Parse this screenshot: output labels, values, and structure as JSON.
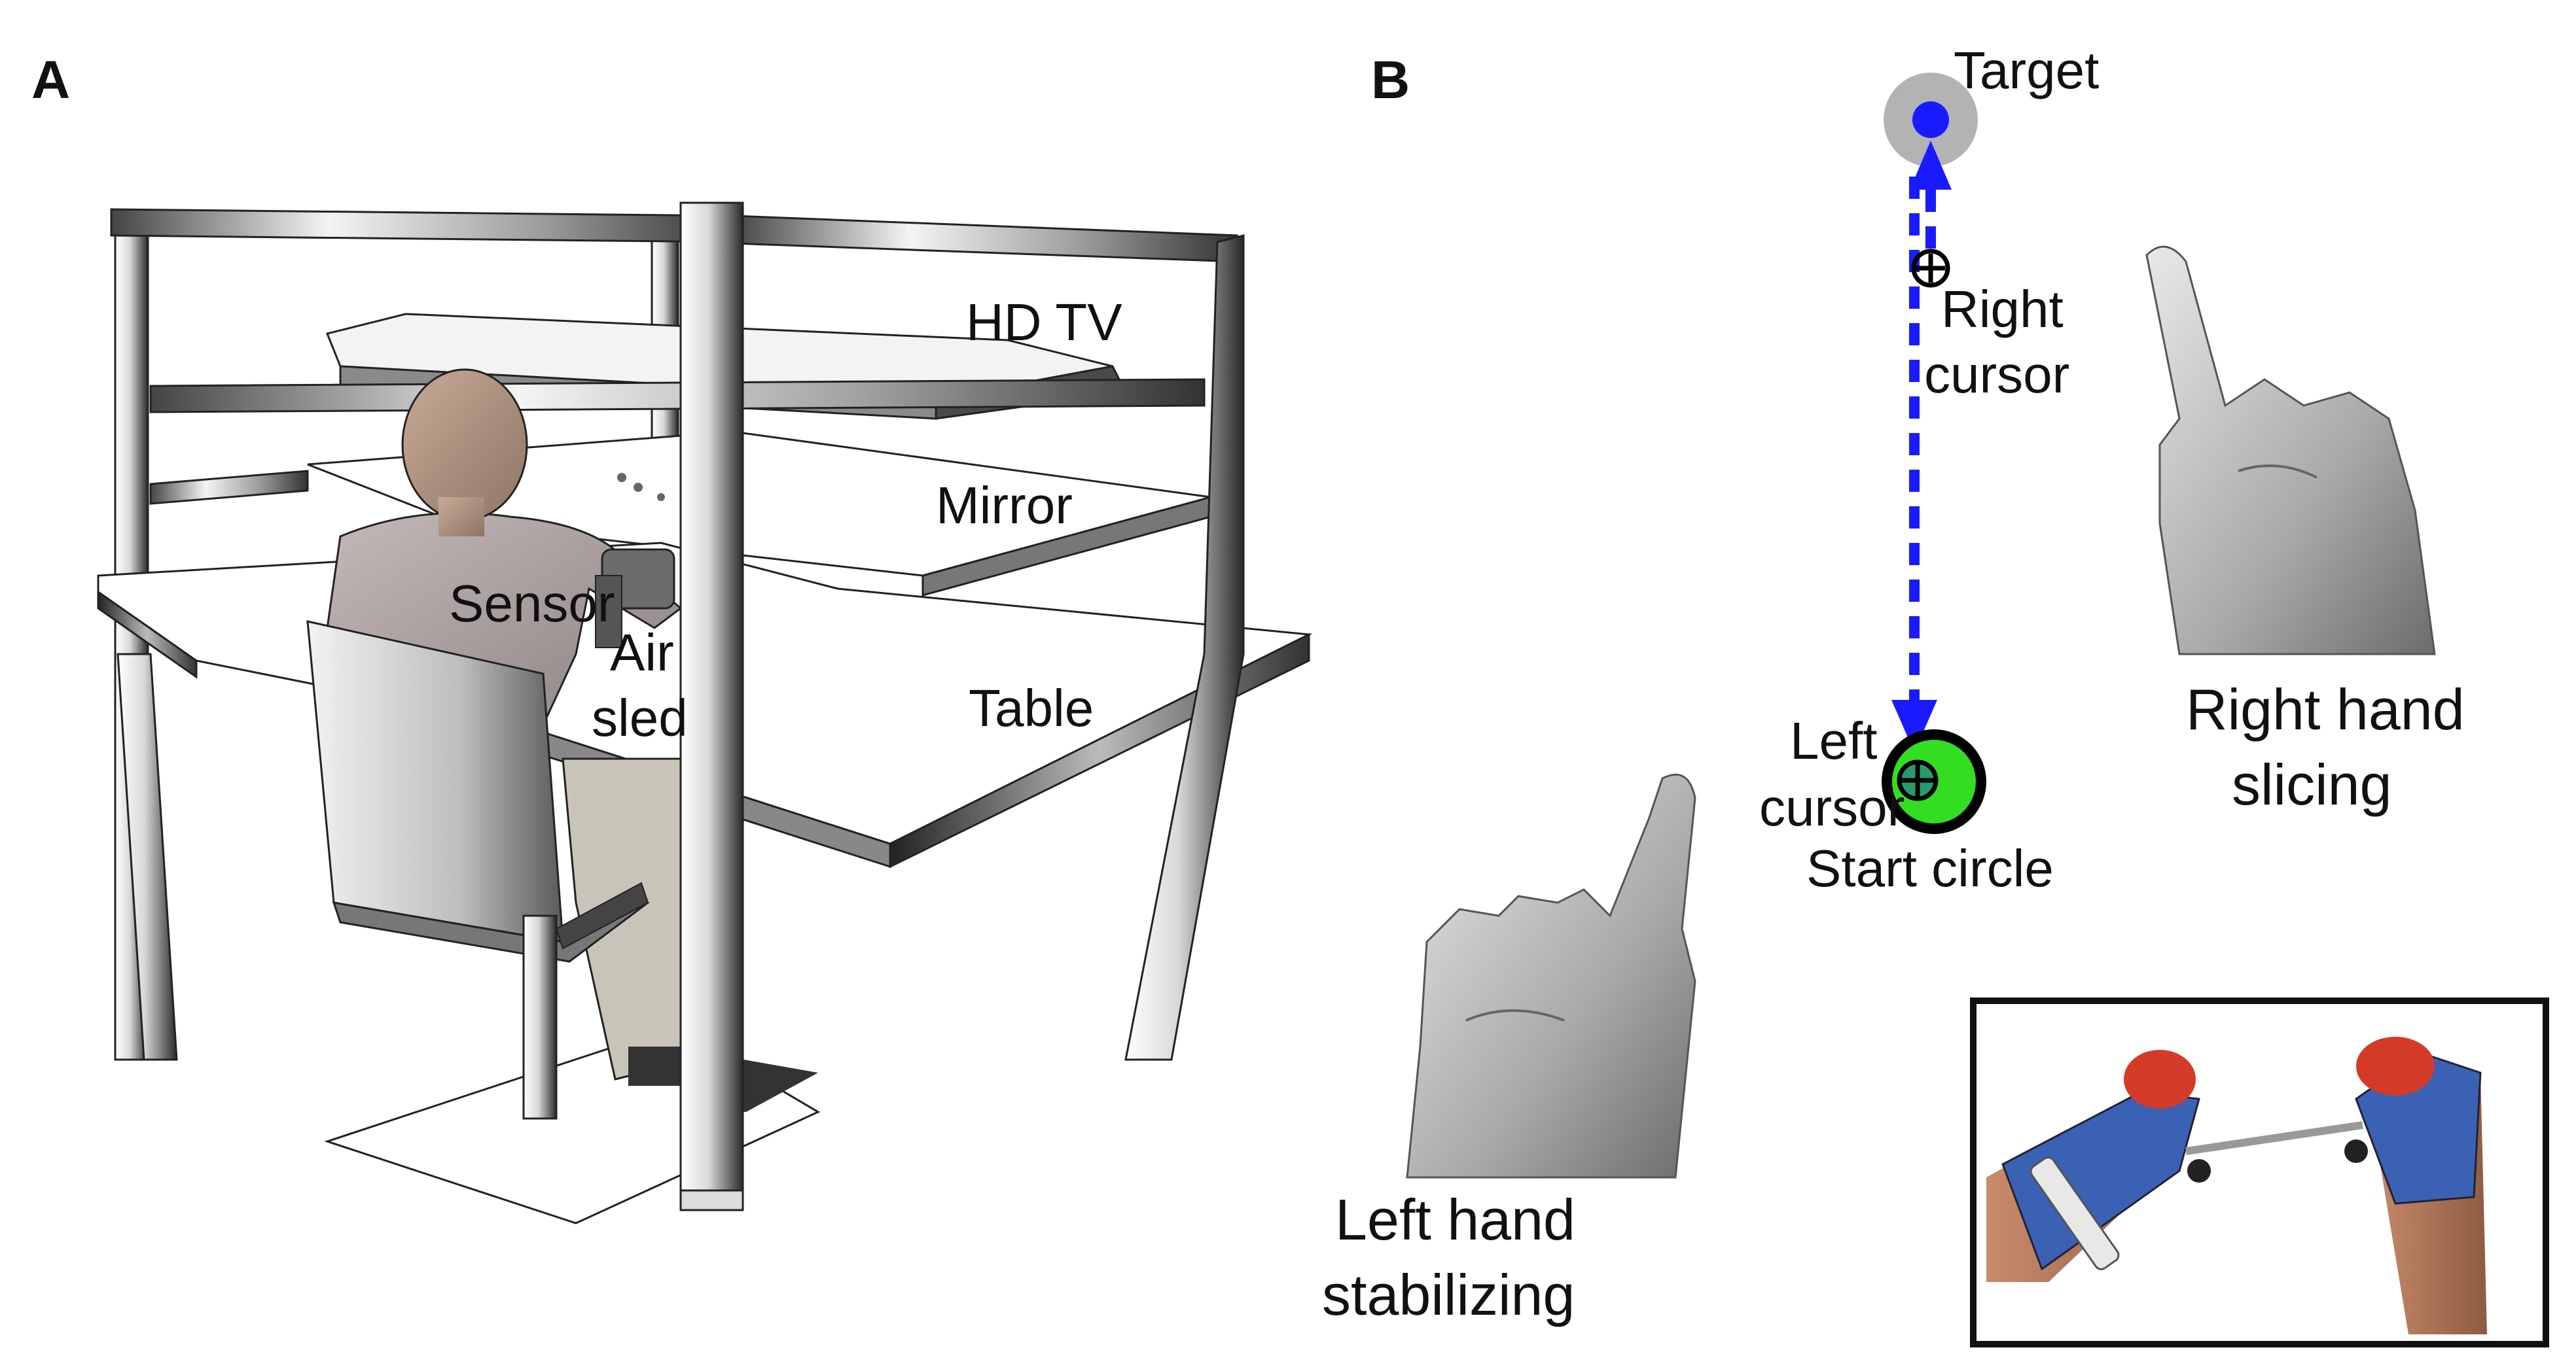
{
  "panels": {
    "a": {
      "letter": "A",
      "labels": {
        "hd_tv": "HD TV",
        "mirror": "Mirror",
        "sensor": "Sensor",
        "air": "Air",
        "sled": "sled",
        "table": "Table"
      }
    },
    "b": {
      "letter": "B",
      "labels": {
        "target": "Target",
        "right_cursor_1": "Right",
        "right_cursor_2": "cursor",
        "left_cursor_1": "Left",
        "left_cursor_2": "cursor",
        "start_circle": "Start circle",
        "right_hand_1": "Right hand",
        "right_hand_2": "slicing",
        "left_hand_1": "Left hand",
        "left_hand_2": "stabilizing"
      },
      "colors": {
        "target_halo": "#b3b3b3",
        "target": "#1a1aff",
        "path": "#1a1aff",
        "start_circle": "#33dd22",
        "start_ring": "#000000"
      }
    }
  }
}
